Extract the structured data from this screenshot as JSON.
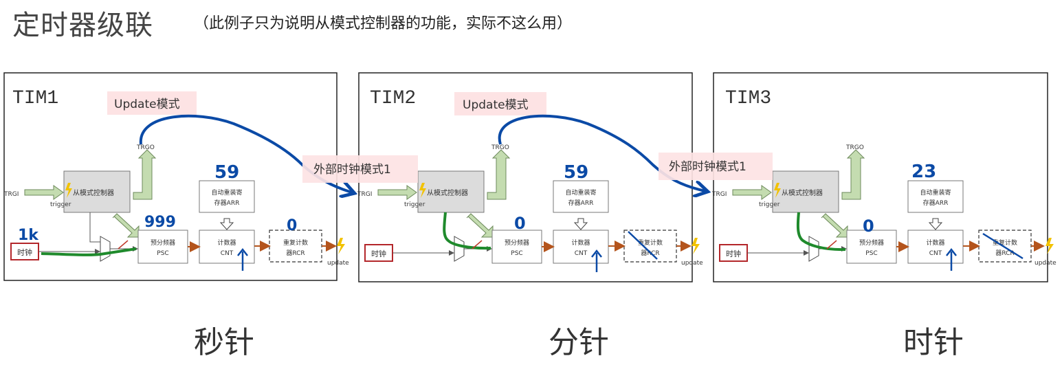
{
  "header": {
    "title": "定时器级联",
    "subtitle": "（此例子只为说明从模式控制器的功能，实际不这么用）"
  },
  "colors": {
    "pink": "#fde3e4",
    "green_arrow": "#c4dcb0",
    "thick_green": "#1f8a2c",
    "blue_ink": "#0b4aa6",
    "orange_arrow": "#b4541c",
    "clock_red": "#b3262a"
  },
  "timers": [
    {
      "name": "TIM1",
      "update_mode_label": "Update模式",
      "trgo": "TRGO",
      "trgi": "TRGI",
      "slave_ctrl": "从模式控制器",
      "trigger": "trigger",
      "arr_line1": "自动重装寄",
      "arr_line2": "存器ARR",
      "psc_line1": "预分频器",
      "psc_line2": "PSC",
      "cnt_line1": "计数器",
      "cnt_line2": "CNT",
      "rcr_line1": "重复计数",
      "rcr_line2": "器RCR",
      "update": "update",
      "clock": "时钟",
      "arr_value": "59",
      "psc_value": "999",
      "rcr_value": "0",
      "clock_freq": "1k",
      "caption": "秒针"
    },
    {
      "name": "TIM2",
      "update_mode_label": "Update模式",
      "trgo": "TRGO",
      "trgi": "TRGI",
      "slave_ctrl": "从模式控制器",
      "trigger": "trigger",
      "arr_line1": "自动重装寄",
      "arr_line2": "存器ARR",
      "psc_line1": "预分频器",
      "psc_line2": "PSC",
      "cnt_line1": "计数器",
      "cnt_line2": "CNT",
      "rcr_line1": "重复计数",
      "rcr_line2": "器RCR",
      "update": "update",
      "clock": "时钟",
      "arr_value": "59",
      "psc_value": "0",
      "ext_clock_label": "外部时钟模式1",
      "caption": "分针"
    },
    {
      "name": "TIM3",
      "trgo": "TRGO",
      "trgi": "TRGI",
      "slave_ctrl": "从模式控制器",
      "trigger": "trigger",
      "arr_line1": "自动重装寄",
      "arr_line2": "存器ARR",
      "psc_line1": "预分频器",
      "psc_line2": "PSC",
      "cnt_line1": "计数器",
      "cnt_line2": "CNT",
      "rcr_line1": "重复计数",
      "rcr_line2": "器RCR",
      "update": "update",
      "clock": "时钟",
      "arr_value": "23",
      "psc_value": "0",
      "ext_clock_label": "外部时钟模式1",
      "caption": "时针"
    }
  ]
}
